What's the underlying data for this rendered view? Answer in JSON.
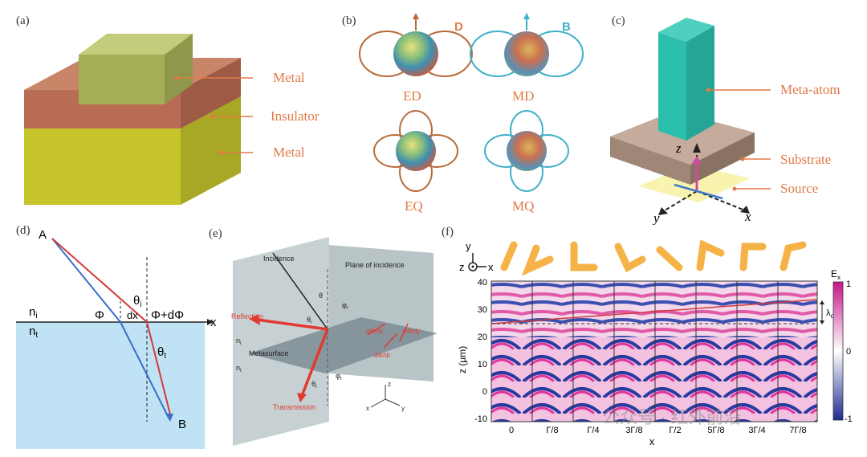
{
  "panels": {
    "a": {
      "label": "(a)",
      "layers": [
        "Metal",
        "Insulator",
        "Metal"
      ]
    },
    "b": {
      "label": "(b)",
      "field_d": "D",
      "field_b": "B",
      "modes": [
        "ED",
        "MD",
        "EQ",
        "MQ"
      ]
    },
    "c": {
      "label": "(c)",
      "items": [
        "Meta-atom",
        "Substrate",
        "Source"
      ],
      "axes": {
        "z": "z",
        "y": "y",
        "x": "x"
      }
    },
    "d": {
      "label": "(d)",
      "point_a": "A",
      "point_b": "B",
      "n_i": "n",
      "n_i_sub": "i",
      "n_t": "n",
      "n_t_sub": "t",
      "theta_i": "θ",
      "theta_i_sub": "i",
      "theta_t": "θ",
      "theta_t_sub": "t",
      "phi": "Φ",
      "phi_dphi": "Φ+dΦ",
      "dx": "dx",
      "x_axis": "x"
    },
    "e": {
      "label": "(e)",
      "incidence": "Incidence",
      "plane_of_incidence": "Plane of incidence",
      "reflection": "Reflection",
      "metasurface": "Metasurface",
      "transmission": "Transmission",
      "grad_x": "dΦ/dx",
      "grad_y": "dΦ/dy",
      "grad_r": "dΦ/dr",
      "n_i": "n",
      "n_i_sub": "i",
      "n_t": "n",
      "n_t_sub": "t",
      "theta": "θ",
      "theta_r": "θ",
      "theta_r_sub": "r",
      "theta_t": "θ",
      "theta_t_sub": "t",
      "phi_r": "φ",
      "phi_r_sub": "r",
      "phi_t": "φ",
      "phi_t_sub": "t",
      "axis_x": "x",
      "axis_y": "y",
      "axis_z": "z"
    },
    "f": {
      "label": "(f)",
      "axis_y": "y",
      "axis_z": "z",
      "axis_x": "x",
      "y_ticks": [
        "40",
        "30",
        "20",
        "10",
        "0",
        "-10"
      ],
      "ylabel": "z (μm)",
      "x_ticks": [
        "0",
        "Γ/8",
        "Γ/4",
        "3Γ/8",
        "Γ/2",
        "5Γ/8",
        "3Γ/4",
        "7Γ/8"
      ],
      "xlabel": "x",
      "colorbar_title": "E",
      "colorbar_sub": "x",
      "colorbar_ticks": [
        "1",
        "0",
        "-1"
      ],
      "lambda": "λ",
      "lambda_sub": "o",
      "watermark": "公众号 · 红外前沿"
    }
  }
}
